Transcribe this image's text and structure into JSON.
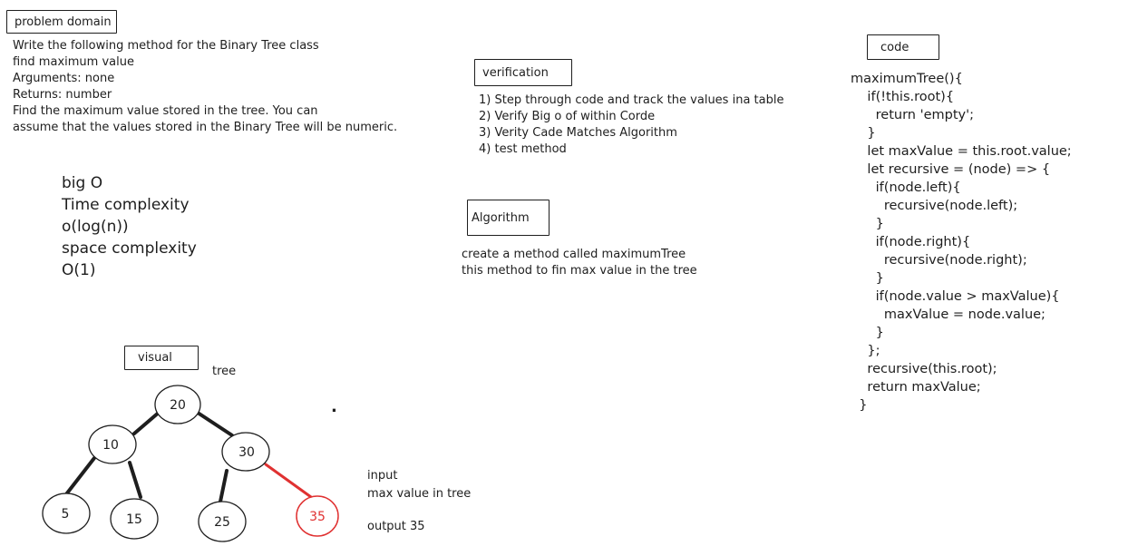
{
  "problem": {
    "title": "problem domain",
    "lines": [
      "Write the following method for the Binary Tree class",
      "find maximum value",
      "Arguments: none",
      "Returns: number",
      "Find the maximum value stored in the tree. You can",
      "assume that the values stored in the Binary Tree will be numeric."
    ]
  },
  "bigo": {
    "lines": [
      "big O",
      "Time complexity",
      "o(log(n))",
      "space complexity",
      "O(1)"
    ]
  },
  "verification": {
    "title": "verification",
    "lines": [
      "1) Step through code and track the values ina table",
      "2) Verify Big o of within Corde",
      "3) Verity Cade Matches Algorithm",
      "4) test method"
    ]
  },
  "algorithm": {
    "title": "Algorithm",
    "lines": [
      "create a method called maximumTree",
      "this method to fin max value in the tree"
    ]
  },
  "code": {
    "title": "code",
    "lines": [
      "maximumTree(){",
      "    if(!this.root){",
      "      return 'empty';",
      "    }",
      "    let maxValue = this.root.value;",
      "    let recursive = (node) => {",
      "      if(node.left){",
      "        recursive(node.left);",
      "      }",
      "      if(node.right){",
      "        recursive(node.right);",
      "      }",
      "      if(node.value > maxValue){",
      "        maxValue = node.value;",
      "      }",
      "    };",
      "",
      "    recursive(this.root);",
      "    return maxValue;",
      "",
      "  }"
    ]
  },
  "visual": {
    "title": "visual",
    "tree_label": "tree",
    "dot": ".",
    "nodes": [
      {
        "id": "n20",
        "value": "20"
      },
      {
        "id": "n10",
        "value": "10"
      },
      {
        "id": "n30",
        "value": "30"
      },
      {
        "id": "n5",
        "value": "5"
      },
      {
        "id": "n15",
        "value": "15"
      },
      {
        "id": "n25",
        "value": "25"
      },
      {
        "id": "n35",
        "value": "35"
      }
    ],
    "input_label": "input",
    "input_value": "max value in tree",
    "output_label": "output 35",
    "colors": {
      "stroke": "#1e1e1e",
      "highlight": "#e03131"
    }
  }
}
